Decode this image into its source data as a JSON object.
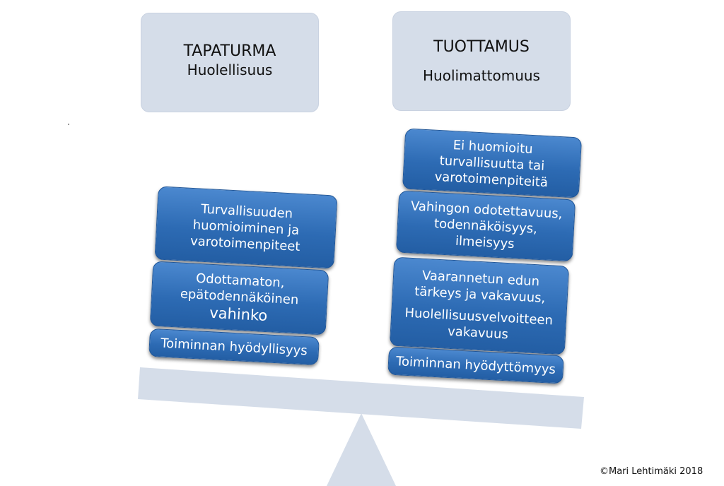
{
  "left": {
    "header": {
      "title": "TAPATURMA",
      "subtitle": "Huolellisuus"
    },
    "cards": [
      {
        "lines": [
          "Turvallisuuden",
          "huomioiminen ja",
          "varotoimenpiteet"
        ]
      },
      {
        "lines": [
          "Odottamaton,",
          "epätodennäköinen"
        ],
        "emphasis": "vahinko"
      },
      {
        "lines": [
          "Toiminnan hyödyllisyys"
        ]
      }
    ]
  },
  "right": {
    "header": {
      "title": "TUOTTAMUS",
      "subtitle": "Huolimattomuus"
    },
    "cards": [
      {
        "lines": [
          "Ei huomioitu",
          "turvallisuutta tai",
          "varotoimenpiteitä"
        ]
      },
      {
        "lines": [
          "Vahingon odotettavuus,",
          "todennäköisyys,",
          "ilmeisyys"
        ]
      },
      {
        "lines": [
          "Vaarannetun edun",
          "tärkeys ja vakavuus,"
        ],
        "lines2": [
          "Huolellisuusvelvoitteen",
          "vakavuus"
        ]
      },
      {
        "lines": [
          "Toiminnan hyödyttömyys"
        ]
      }
    ]
  },
  "colors": {
    "header_fill": "#d5dde9",
    "card_fill": "#2d6bb4",
    "beam_fill": "#d5dde9"
  },
  "copyright": "©Mari Lehtimäki 2018"
}
